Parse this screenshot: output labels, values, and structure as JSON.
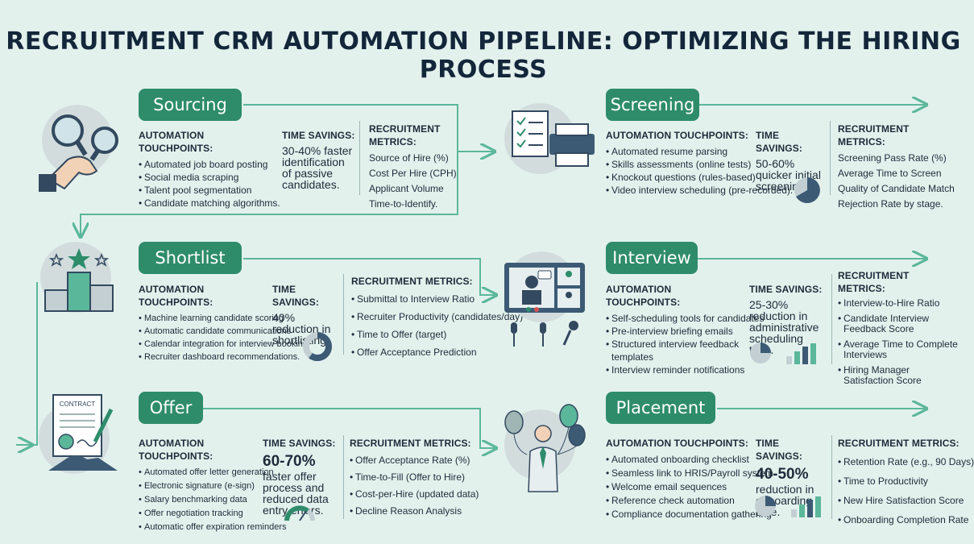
{
  "title": "RECRUITMENT CRM AUTOMATION PIPELINE: OPTIMIZING THE HIRING PROCESS",
  "column_headings": {
    "touchpoints": "AUTOMATION TOUCHPOINTS:",
    "savings": "TIME SAVINGS:",
    "metrics": "RECRUITMENT METRICS:"
  },
  "stages": {
    "sourcing": {
      "label": "Sourcing",
      "icon": "magnifier-hand-icon",
      "touchpoints": [
        "Automated job board posting",
        "Social media scraping",
        "Talent pool segmentation",
        "Candidate matching algorithms."
      ],
      "savings": "30-40% faster identification of passive candidates.",
      "metrics": [
        "Source of Hire (%)",
        "Cost Per Hire (CPH)",
        "Applicant Volume",
        "Time-to-Identify."
      ]
    },
    "screening": {
      "label": "Screening",
      "icon": "checklist-printer-icon",
      "touchpoints": [
        "Automated resume parsing",
        "Skills assessments (online tests)",
        "Knockout questions (rules-based)",
        "Video interview scheduling (pre-recorded)."
      ],
      "savings": "50-60% quicker initial screening.",
      "metrics": [
        "Screening Pass Rate (%)",
        "Average Time to Screen",
        "Quality of Candidate Match",
        "Rejection Rate by stage."
      ]
    },
    "shortlist": {
      "label": "Shortlist",
      "icon": "podium-stars-icon",
      "touchpoints": [
        "Machine learning candidate scoring",
        "Automatic candidate communications",
        "Calendar integration for interview booking",
        "Recruiter dashboard recommendations."
      ],
      "savings": "40% reduction in shortlisting",
      "metrics": [
        "Submittal to Interview Ratio",
        "Recruiter Productivity (candidates/day)",
        "Time to Offer (target)",
        "Offer Acceptance Prediction"
      ]
    },
    "interview": {
      "label": "Interview",
      "icon": "video-call-icon",
      "touchpoints": [
        "Self-scheduling tools for candidates",
        "Pre-interview briefing emails",
        "Structured interview feedback templates",
        "Interview reminder notifications"
      ],
      "savings": "25-30% reduction in administrative scheduling time.",
      "metrics": [
        "Interview-to-Hire Ratio",
        "Candidate Interview Feedback Score",
        "Average Time to Complete Interviews",
        "Hiring Manager Satisfaction Score"
      ]
    },
    "offer": {
      "label": "Offer",
      "icon": "contract-handshake-icon",
      "contract_label": "CONTRACT",
      "touchpoints": [
        "Automated offer letter generation",
        "Electronic signature (e-sign)",
        "Salary benchmarking data",
        "Offer negotiation tracking",
        "Automatic offer expiration reminders"
      ],
      "savings_big": "60-70%",
      "savings": "faster offer process and reduced data entry errors.",
      "metrics": [
        "Offer Acceptance Rate (%)",
        "Time-to-Fill (Offer to Hire)",
        "Cost-per-Hire (updated data)",
        "Decline Reason Analysis"
      ]
    },
    "placement": {
      "label": "Placement",
      "icon": "balloons-person-icon",
      "touchpoints": [
        "Automated onboarding checklist",
        "Seamless link to HRIS/Payroll system",
        "Welcome email sequences",
        "Reference check automation",
        "Compliance documentation gathering"
      ],
      "savings_big": "40-50%",
      "savings": "reduction in onboarding time.",
      "metrics": [
        "Retention Rate (e.g., 90 Days)",
        "Time to Productivity",
        "New Hire Satisfaction Score",
        "Onboarding Completion Rate"
      ]
    }
  },
  "colors": {
    "background": "#e3f1ed",
    "accent": "#2e8c6b",
    "connector": "#5bb79a",
    "chart": "#3c5a74",
    "text": "#1d2b3a"
  }
}
